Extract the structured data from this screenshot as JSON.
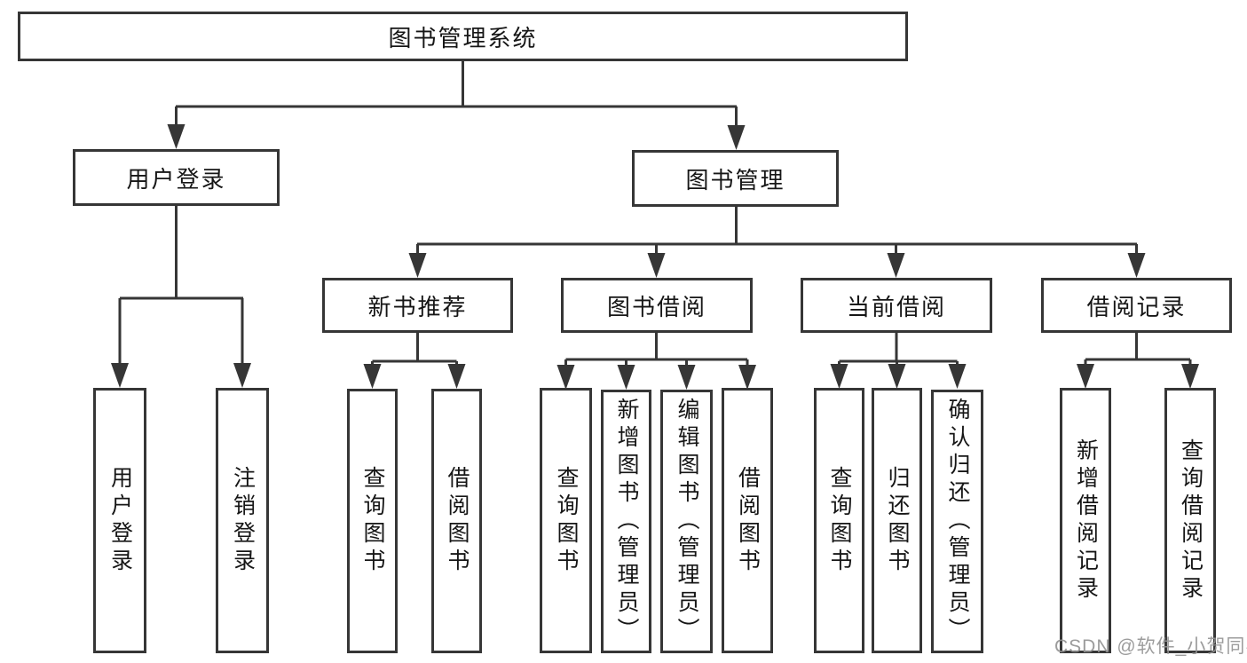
{
  "diagram": {
    "title": "图书管理系统",
    "root": {
      "label": "图书管理系统"
    },
    "branches": [
      {
        "label": "用户登录",
        "children": [
          {
            "label": "用户登录"
          },
          {
            "label": "注销登录"
          }
        ]
      },
      {
        "label": "图书管理",
        "children": [
          {
            "label": "新书推荐",
            "children": [
              {
                "label": "查询图书"
              },
              {
                "label": "借阅图书"
              }
            ]
          },
          {
            "label": "图书借阅",
            "children": [
              {
                "label": "查询图书"
              },
              {
                "label": "新增图书（管理员）"
              },
              {
                "label": "编辑图书（管理员）"
              },
              {
                "label": "借阅图书"
              }
            ]
          },
          {
            "label": "当前借阅",
            "children": [
              {
                "label": "查询图书"
              },
              {
                "label": "归还图书"
              },
              {
                "label": "确认归还（管理员）"
              }
            ]
          },
          {
            "label": "借阅记录",
            "children": [
              {
                "label": "新增借阅记录"
              },
              {
                "label": "查询借阅记录"
              }
            ]
          }
        ]
      }
    ],
    "line_color": "#363636",
    "text_color": "#161616"
  },
  "watermark": {
    "text": "CSDN @软件_小贺同学"
  }
}
